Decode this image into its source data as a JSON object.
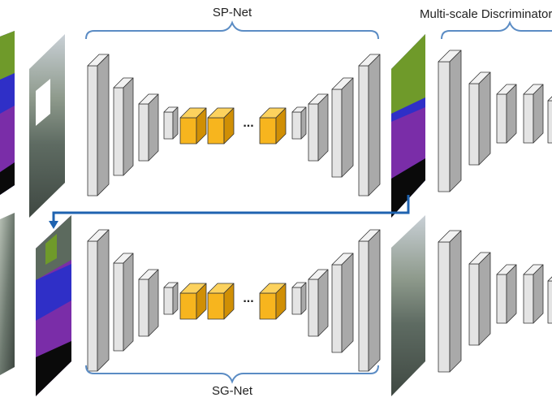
{
  "labels": {
    "top_network": "SP-Net",
    "bottom_network": "SG-Net",
    "discriminator": "Multi-scale Discriminator"
  },
  "ellipsis": "...",
  "colors": {
    "layer_face": "#e4e4e4",
    "layer_side": "#a9a9a9",
    "layer_top": "#f2f2f2",
    "resblock_face": "#f7b51e",
    "resblock_side": "#d08f05",
    "resblock_top": "#fcd25e",
    "brace": "#5b8cc4",
    "arrow": "#1f63b0",
    "sky": "#c7cdd2",
    "street": "#4f5a54",
    "seg_purple": "#7a2da8",
    "seg_blue": "#2f2fc7",
    "seg_green": "#6f9a2a",
    "seg_black": "#0a0a0a",
    "mask_white": "#ffffff"
  }
}
